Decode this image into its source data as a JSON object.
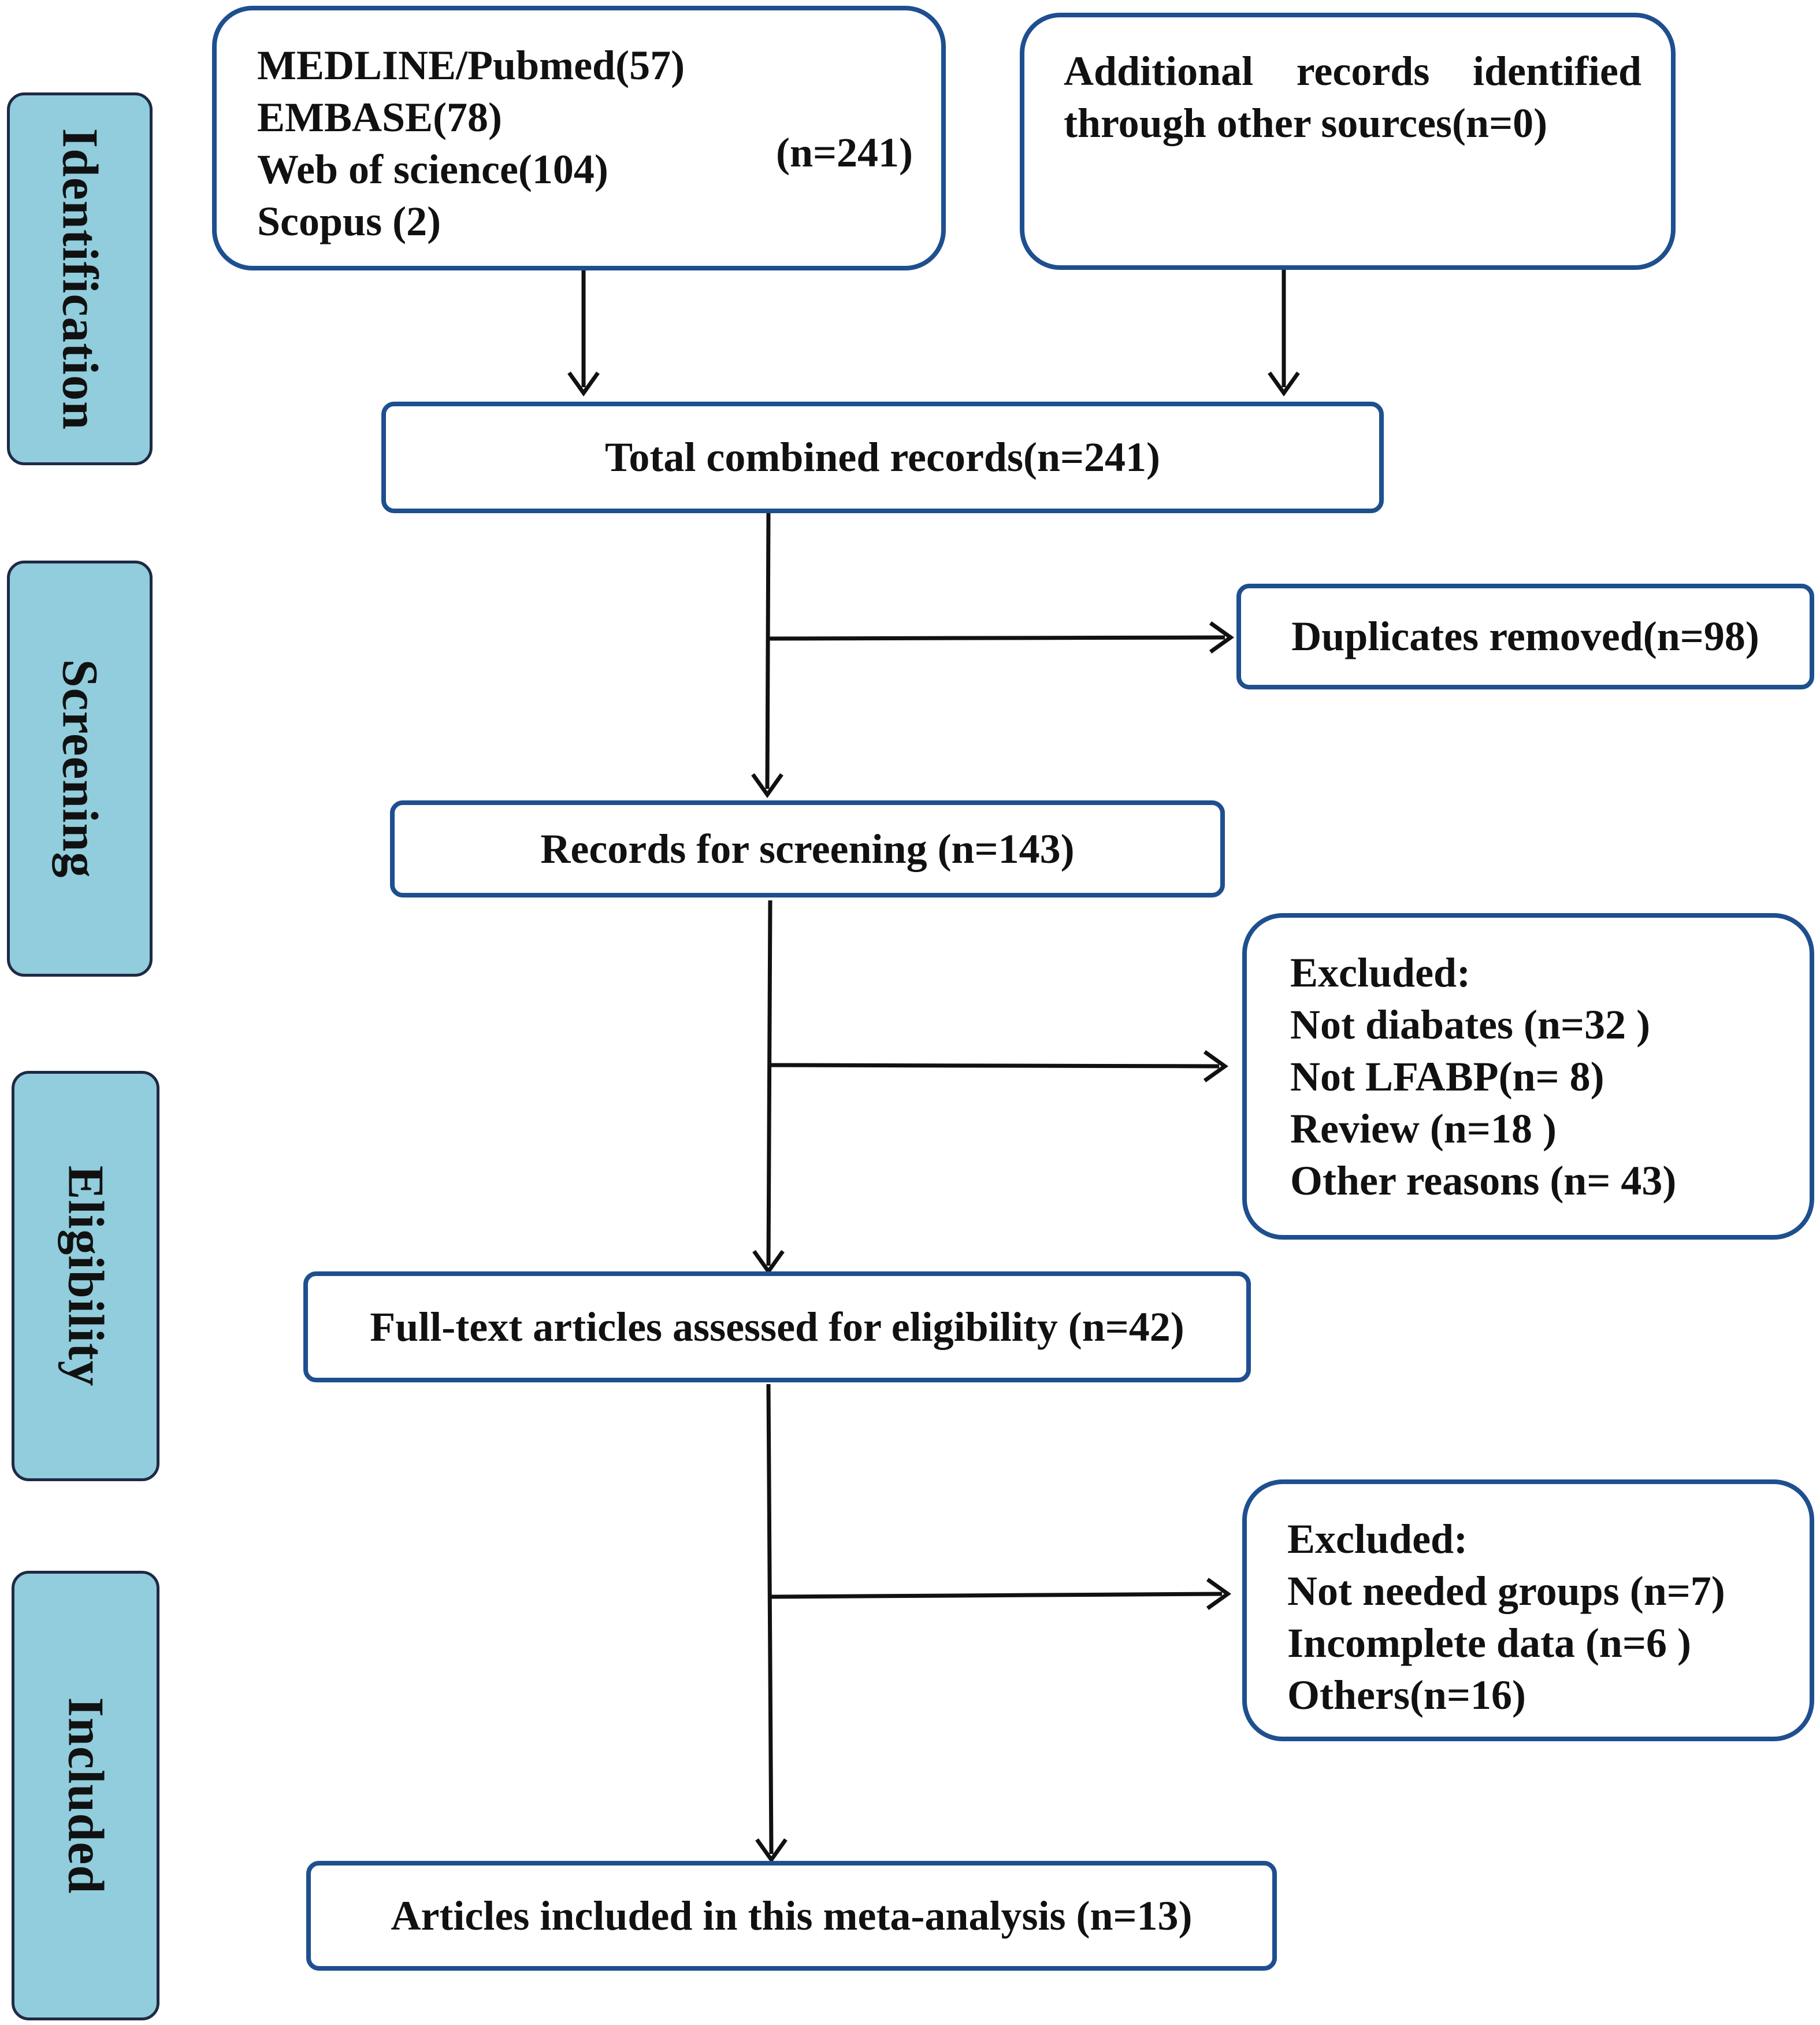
{
  "phases": {
    "identification": "Identification",
    "screening": "Screening",
    "eligibility": "Eligibility",
    "included": "Included"
  },
  "sources": {
    "items": [
      "MEDLINE/Pubmed(57)",
      "EMBASE(78)",
      "Web of science(104)",
      "Scopus (2)"
    ],
    "total": "(n=241)"
  },
  "additional": "Additional records identified through other sources(n=0)",
  "combined": "Total combined records(n=241)",
  "duplicates": "Duplicates removed(n=98)",
  "screening_records": "Records for screening (n=143)",
  "excluded_screening": {
    "heading": "Excluded:",
    "items": [
      "Not diabates (n=32 )",
      "Not LFABP(n= 8)",
      "Review (n=18 )",
      "Other reasons (n= 43)"
    ]
  },
  "fulltext": "Full-text articles assessed for eligibility (n=42)",
  "excluded_eligibility": {
    "heading": "Excluded:",
    "items": [
      "Not needed groups (n=7)",
      "Incomplete data (n=6 )",
      "Others(n=16)"
    ]
  },
  "included": "Articles included in this meta-analysis (n=13)",
  "colors": {
    "box_border": "#1e4f8f",
    "phase_fill": "#91cddc",
    "arrow": "#111111"
  }
}
